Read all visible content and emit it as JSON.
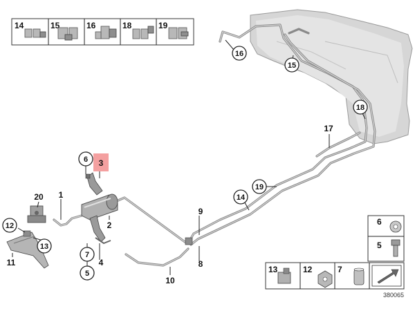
{
  "diagram": {
    "top_legend": [
      "14",
      "15",
      "16",
      "18",
      "19"
    ],
    "bottom_legend": [
      "13",
      "12",
      "7"
    ],
    "side_legend": [
      "6",
      "5"
    ],
    "callouts": {
      "c1": "1",
      "c2": "2",
      "c3": "3",
      "c4": "4",
      "c5": "5",
      "c6": "6",
      "c7": "7",
      "c8": "8",
      "c9": "9",
      "c10": "10",
      "c11": "11",
      "c12": "12",
      "c13": "13",
      "c14": "14",
      "c15": "15",
      "c16": "16",
      "c17": "17",
      "c18": "18",
      "c19": "19",
      "c20": "20"
    },
    "diagram_number": "380065",
    "highlight_color": "#f08080"
  }
}
